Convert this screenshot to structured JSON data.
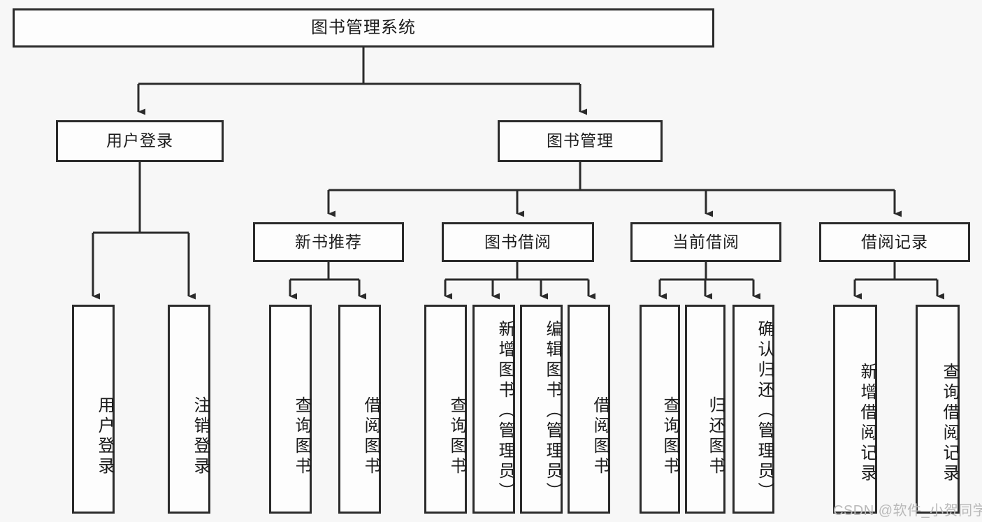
{
  "diagram": {
    "type": "tree-hierarchy",
    "title": "图书管理系统",
    "root": {
      "label": "图书管理系统"
    },
    "level2": [
      {
        "id": "user-login",
        "label": "用户登录"
      },
      {
        "id": "book-management",
        "label": "图书管理"
      }
    ],
    "level3": [
      {
        "id": "new-book-recommend",
        "label": "新书推荐",
        "parent": "book-management"
      },
      {
        "id": "book-borrow",
        "label": "图书借阅",
        "parent": "book-management"
      },
      {
        "id": "current-borrow",
        "label": "当前借阅",
        "parent": "book-management"
      },
      {
        "id": "borrow-record",
        "label": "借阅记录",
        "parent": "book-management"
      }
    ],
    "leaves": [
      {
        "id": "leaf-user-login",
        "label": "用户登录",
        "parent": "user-login"
      },
      {
        "id": "leaf-logout-login",
        "label": "注销登录",
        "parent": "user-login"
      },
      {
        "id": "leaf-query-book-1",
        "label": "查询图书",
        "parent": "new-book-recommend"
      },
      {
        "id": "leaf-borrow-book-1",
        "label": "借阅图书",
        "parent": "new-book-recommend"
      },
      {
        "id": "leaf-query-book-2",
        "label": "查询图书",
        "parent": "book-borrow"
      },
      {
        "id": "leaf-add-book",
        "label": "新增图书（管理员）",
        "parent": "book-borrow"
      },
      {
        "id": "leaf-edit-book",
        "label": "编辑图书（管理员）",
        "parent": "book-borrow"
      },
      {
        "id": "leaf-borrow-book-2",
        "label": "借阅图书",
        "parent": "book-borrow"
      },
      {
        "id": "leaf-query-book-3",
        "label": "查询图书",
        "parent": "current-borrow"
      },
      {
        "id": "leaf-return-book",
        "label": "归还图书",
        "parent": "current-borrow"
      },
      {
        "id": "leaf-confirm-return",
        "label": "确认归还（管理员）",
        "parent": "current-borrow"
      },
      {
        "id": "leaf-add-record",
        "label": "新增借阅记录",
        "parent": "borrow-record"
      },
      {
        "id": "leaf-query-record",
        "label": "查询借阅记录",
        "parent": "borrow-record"
      }
    ],
    "colors": {
      "background": "#f7f7f7",
      "node_fill": "#fdfdfd",
      "node_border": "#2b2b2b",
      "connector": "#2b2b2b",
      "text": "#1b1b1b",
      "watermark": "#b9b9b9"
    }
  },
  "watermark": {
    "text": "CSDN @软件_小贺同学"
  }
}
